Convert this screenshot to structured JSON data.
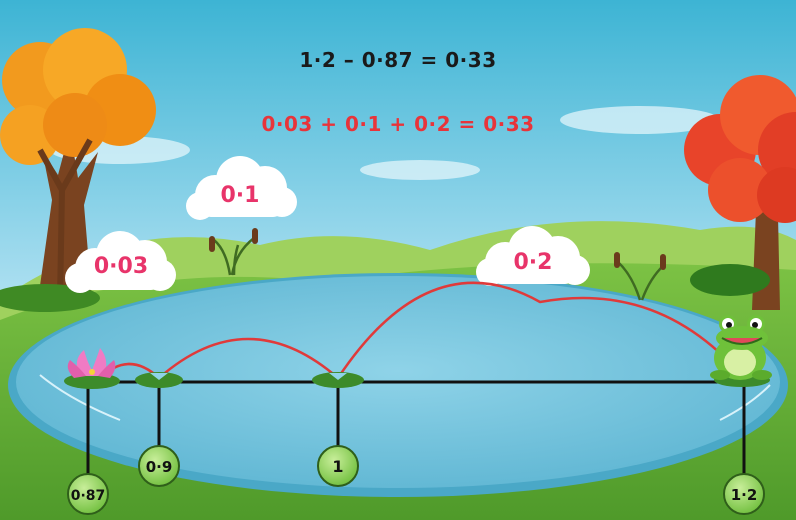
{
  "equations": {
    "subtraction": "1·2 – 0·87 =  0·33",
    "addition": "0·03 + 0·1 + 0·2 = 0·33"
  },
  "jump_labels": {
    "first": "0·03",
    "second": "0·1",
    "third": "0·2"
  },
  "number_line": {
    "start_marker": "0·87",
    "marker_2": "0·9",
    "marker_3": "1",
    "end_marker": "1·2"
  },
  "colors": {
    "jump_arc": "#e8343a",
    "equation_highlight": "#e8343a",
    "jump_label_text": "#e8346a",
    "sky_top": "#3fb6d6",
    "pond": "#7ccbe0",
    "grass": "#6fb83a",
    "marker_fill": "#9bd86a"
  },
  "icons": [
    "lily-flower-icon",
    "frog-icon",
    "lily-pad-icon",
    "cattail-icon",
    "tree-icon",
    "cloud-icon"
  ]
}
